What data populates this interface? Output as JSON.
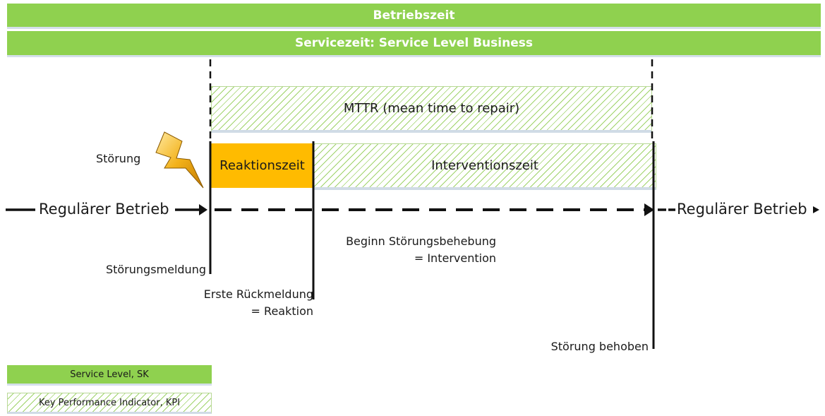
{
  "bars": {
    "betriebszeit": "Betriebszeit",
    "servicezeit": "Servicezeit: Service Level Business"
  },
  "kpi": {
    "mttr": "MTTR (mean time to repair)",
    "reaktionszeit": "Reaktionszeit",
    "interventionszeit": "Interventionszeit"
  },
  "timeline": {
    "left_label": "Regulärer Betrieb",
    "right_label": "Regulärer Betrieb"
  },
  "events": {
    "stoerung": "Störung",
    "stoerungsmeldung": "Störungsmeldung",
    "erste_rueckmeldung_line1": "Erste Rückmeldung",
    "erste_rueckmeldung_line2": "= Reaktion",
    "beginn_line1": "Beginn Störungsbehebung",
    "beginn_line2": "= Intervention",
    "behoben": "Störung behoben"
  },
  "legend": {
    "service_level": "Service Level, SK",
    "kpi": "Key Performance Indicator, KPI"
  },
  "colors": {
    "service_level_green": "#8fd14f",
    "kpi_hatch_green": "#9fd36a",
    "reaction_orange": "#ffbb00"
  }
}
